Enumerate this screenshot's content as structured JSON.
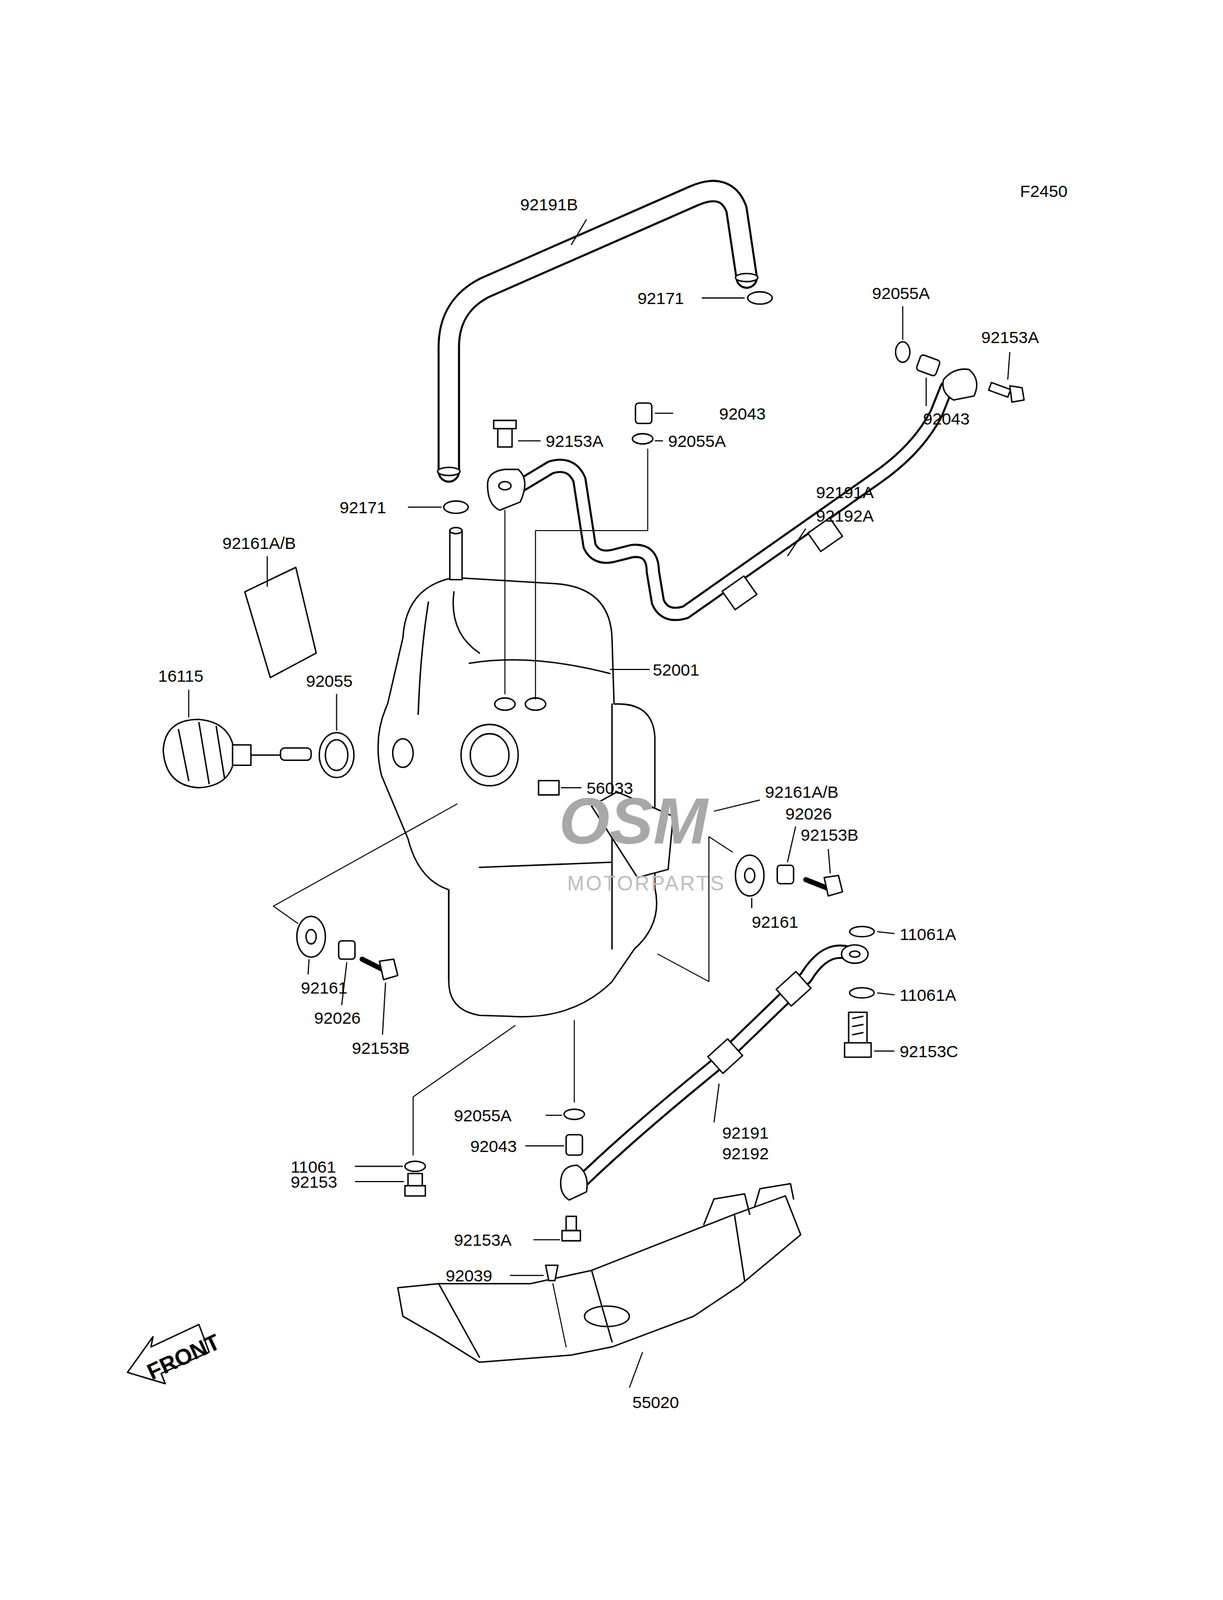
{
  "diagram": {
    "labels": [
      "F2450",
      "92191B",
      "92171",
      "92055A",
      "92153A",
      "92043",
      "92153A",
      "92055A",
      "92043",
      "92191A",
      "92192A",
      "92171",
      "92161A/B",
      "16115",
      "92055",
      "52001",
      "56033",
      "92161A/B",
      "92026",
      "92153B",
      "92161",
      "11061A",
      "11061A",
      "92161",
      "92026",
      "92153B",
      "92153C",
      "92055A",
      "92191",
      "92192",
      "92043",
      "11061",
      "92153",
      "92153A",
      "92039",
      "55020",
      "FRONT",
      "OSM",
      "MOTORPARTS"
    ]
  }
}
